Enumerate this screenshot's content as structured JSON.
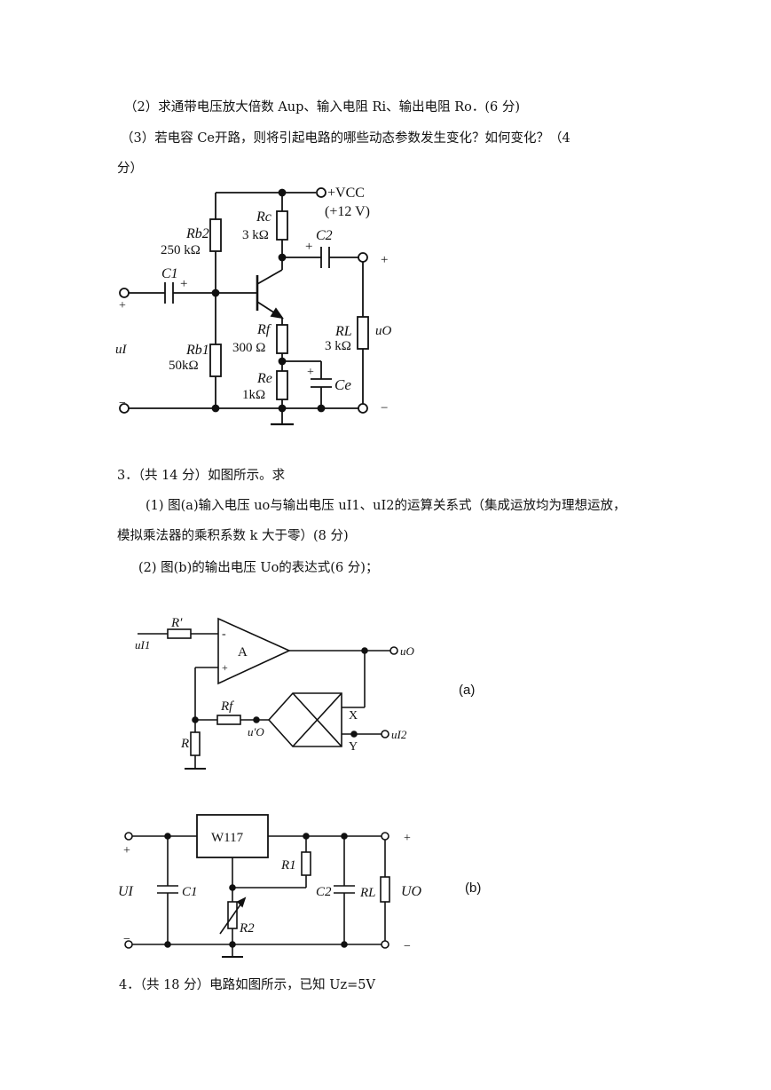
{
  "text": {
    "q2_2": "（2）求通带电压放大倍数 Aup、输入电阻 Ri、输出电阻 Ro．(6 分)",
    "q2_3a": "（3）若电容 Ce开路，则将引起电路的哪些动态参数发生变化？如何变化？（4",
    "q2_3b": "分）",
    "q3_head": "3．（共 14 分）如图所示。求",
    "q3_1a": "(1) 图(a)输入电压 uo与输出电压 uI1、uI2的运算关系式（集成运放均为理想运放，",
    "q3_1b": "模拟乘法器的乘积系数 k 大于零）(8 分)",
    "q3_2": "(2) 图(b)的输出电压 Uo的表达式(6 分)；",
    "q4_head": "4．（共 18 分）电路如图所示，已知 Uz=5V"
  },
  "circuit1": {
    "vcc": "+VCC",
    "vcc_val": "(+12 V)",
    "rc": "Rc",
    "rc_val": "3 kΩ",
    "rb2": "Rb2",
    "rb2_val": "250 kΩ",
    "c1": "C1",
    "c2": "C2",
    "rb1": "Rb1",
    "rb1_val": "50kΩ",
    "rf": "Rf",
    "rf_val": "300 Ω",
    "re": "Re",
    "re_val": "1kΩ",
    "ce": "Ce",
    "rl": "RL",
    "rl_val": "3 kΩ",
    "ui": "uI",
    "uo": "uO",
    "plus": "+",
    "minus": "−"
  },
  "circuit2": {
    "rprime": "R′",
    "ui1": "uI1",
    "amp": "A",
    "minus": "-",
    "plus": "+",
    "uo": "uO",
    "rf": "Rf",
    "uo_prime": "u′O",
    "x": "X",
    "y": "Y",
    "ui2": "uI2",
    "r": "R",
    "tag": "(a)"
  },
  "circuit3": {
    "reg": "W117",
    "r1": "R1",
    "r2": "R2",
    "c1": "C1",
    "c2": "C2",
    "rl": "RL",
    "ui": "UI",
    "uo": "UO",
    "plus": "+",
    "minus": "−",
    "tag": "(b)"
  }
}
